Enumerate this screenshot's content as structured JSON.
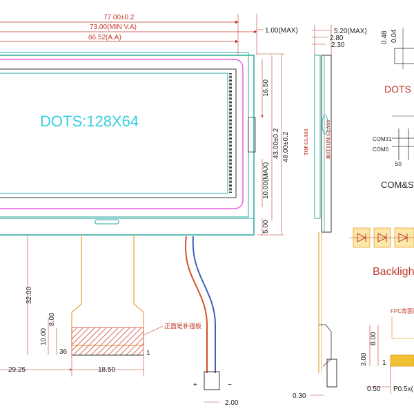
{
  "dimensions": {
    "outline_w": "77.00±0.2",
    "min_va": "73.00(MIN V.A)",
    "aa": "66.52(A.A)",
    "top_max": "1.00(MAX)",
    "h_1650": "16.50",
    "h_4300": "43.00±0.2",
    "h_4800": "48.00±0.2",
    "h_10max": "10.00(MAX)",
    "h_500": "5.00",
    "fpc_32": "32.00",
    "fpc_8": "8.00",
    "fpc_10": "10.00",
    "fpc_2925": "29.25",
    "fpc_1850": "18.50",
    "pitch_200": "2.00",
    "side_520": "5.20(MAX)",
    "side_280": "2.80",
    "side_230": "2.30",
    "side_030": "0.30",
    "r_048": "0.48",
    "r_004": "0.04",
    "r_800": "8.00",
    "r_300": "3.00",
    "r_050": "0.50",
    "r_p05": "P0.5x("
  },
  "labels": {
    "dots_main": "DOTS:128X64",
    "top_glass": "TOP GLASS",
    "bottom_glass": "BOTTOM GLASS",
    "pin_36": "36",
    "pin_1": "1",
    "stiffener_note": "正面是补强板",
    "plus": "+",
    "minus": "−",
    "dots_r": "DOTS",
    "com31": "COM31",
    "com0": "COM0",
    "s0": "S0",
    "com_seg": "COM&S",
    "backlight": "Backligh",
    "fpc_back": "FPC背面贴",
    "pin_1_r": "1"
  },
  "colors": {
    "frame": "#2aa8a0",
    "text_cyan": "#35d0e0",
    "magenta": "#e85fe0",
    "orange": "#e9a23b",
    "hatch": "#d96a5a",
    "red": "#c0392b",
    "wire_red": "#d8502a",
    "wire_blue": "#4060b8"
  }
}
